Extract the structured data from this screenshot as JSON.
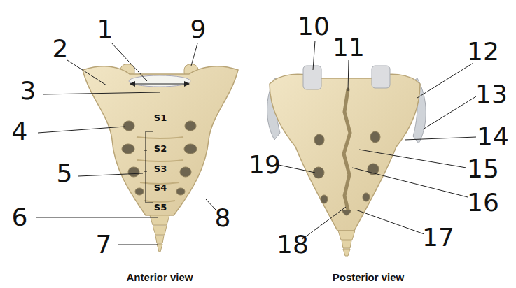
{
  "diagram": {
    "labels": [
      "1",
      "2",
      "3",
      "4",
      "5",
      "6",
      "7",
      "8",
      "9",
      "10",
      "11",
      "12",
      "13",
      "14",
      "15",
      "16",
      "17",
      "18",
      "19",
      "S1",
      "S2",
      "S3",
      "S4",
      "S5",
      "Anterior view",
      "Posterior view"
    ]
  }
}
